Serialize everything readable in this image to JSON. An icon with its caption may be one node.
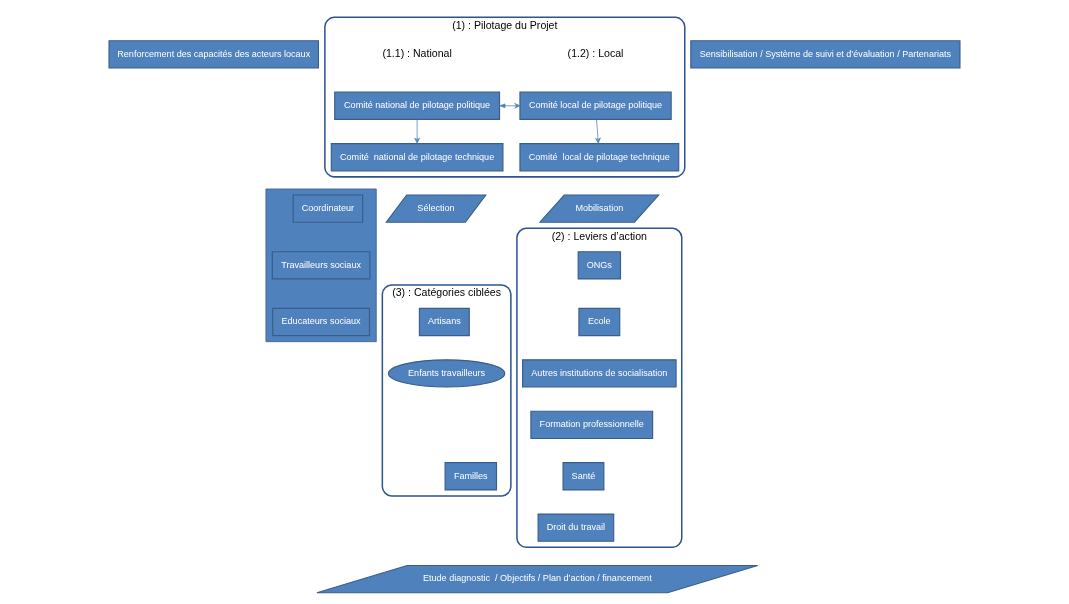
{
  "diagram": {
    "nodes": [
      {
        "text": [
          "Renforcement des capacités des acteurs locaux"
        ]
      },
      {
        "text": [
          "(1) : Pilotage du Projet"
        ]
      },
      {
        "text": [
          "Comité national de pilotage politique"
        ],
        "in": 1
      },
      {
        "text": [
          "Comité  national de pilotage technique"
        ],
        "in": 1
      },
      {
        "text": [
          "Comité local de pilotage politique"
        ],
        "in": 1
      },
      {
        "text": [
          "Comité  local de pilotage technique"
        ],
        "in": 1
      },
      {
        "text": [
          "Sélection"
        ]
      },
      {
        "text": [],
        "shape": "triangle"
      },
      {
        "text": [
          "Coordinateur"
        ],
        "in": 7
      },
      {
        "text": [
          "Travailleurs sociaux"
        ],
        "in": 7
      },
      {
        "text": [
          "Educateurs sociaux"
        ],
        "in": 7
      },
      {
        "text": [
          "Mobilisation"
        ]
      },
      {
        "text": [
          "(3) : Catégories ciblées"
        ]
      },
      {
        "text": [
          "Artisans"
        ],
        "in": 12
      },
      {
        "text": [
          "Enfants travailleurs"
        ],
        "in": 12
      },
      {
        "text": [
          "Familles"
        ],
        "in": 12
      },
      {
        "text": [
          "(2) : Leviers d’action"
        ]
      },
      {
        "text": [
          "ONGs"
        ],
        "in": 16
      },
      {
        "text": [
          "Ecole"
        ],
        "in": 16
      },
      {
        "text": [
          "Autres institutions de socialisation"
        ],
        "in": 16
      },
      {
        "text": [
          "Formation professionnelle"
        ],
        "in": 16
      },
      {
        "text": [
          "Santé"
        ],
        "in": 16
      },
      {
        "text": [
          "Droit du travail"
        ],
        "in": 16
      },
      {
        "text": [
          "Sensibilisation / Système de suivi et d’évaluation / Partenariats"
        ]
      },
      {
        "text": [
          "Etude diagnostic  / Objectifs / Plan d’action / financement"
        ]
      }
    ],
    "edges": [
      {
        "from": 2,
        "to": 3,
        "arrow": "to"
      },
      {
        "from": 2,
        "to": 4,
        "arrow": "both"
      },
      {
        "from": 4,
        "to": 5,
        "arrow": "to"
      }
    ],
    "labels": [
      "(1.1) : National",
      "(1.2) : Local"
    ]
  }
}
